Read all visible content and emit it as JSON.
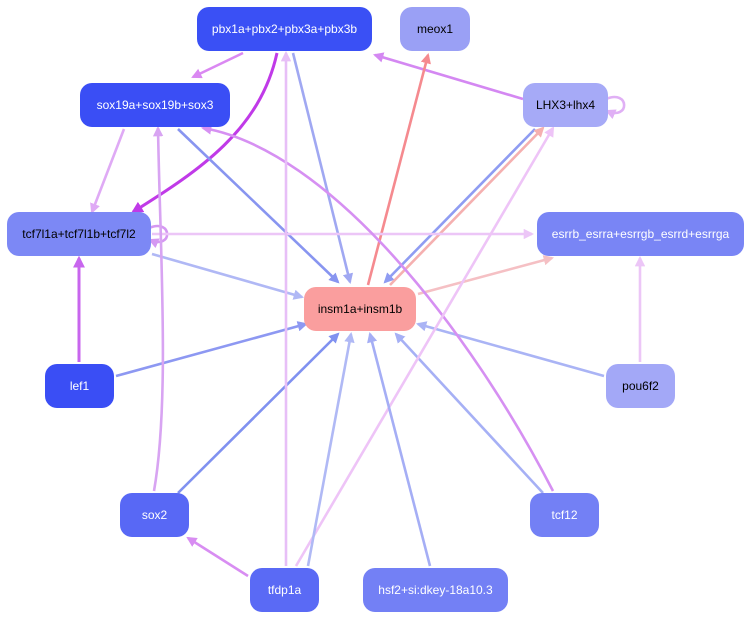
{
  "colors": {
    "background": "#ffffff"
  },
  "nodes": [
    {
      "id": "pbx",
      "label": "pbx1a+pbx2+pbx3a+pbx3b",
      "fill": "#3a50f5",
      "text": "#ffffff"
    },
    {
      "id": "meox1",
      "label": "meox1",
      "fill": "#9aa0f5",
      "text": "#000000"
    },
    {
      "id": "sox19",
      "label": "sox19a+sox19b+sox3",
      "fill": "#3a4ef5",
      "text": "#ffffff"
    },
    {
      "id": "lhx3",
      "label": "LHX3+lhx4",
      "fill": "#a6aaf7",
      "text": "#000000"
    },
    {
      "id": "tcf7",
      "label": "tcf7l1a+tcf7l1b+tcf7l2",
      "fill": "#7c88f5",
      "text": "#000000"
    },
    {
      "id": "esrr",
      "label": "esrrb_esrra+esrrgb_esrrd+esrrga",
      "fill": "#7985f5",
      "text": "#ffffff"
    },
    {
      "id": "insm1",
      "label": "insm1a+insm1b",
      "fill": "#fa9e9e",
      "text": "#000000"
    },
    {
      "id": "lef1",
      "label": "lef1",
      "fill": "#3a4ef5",
      "text": "#ffffff"
    },
    {
      "id": "pou6f2",
      "label": "pou6f2",
      "fill": "#a3a8f7",
      "text": "#000000"
    },
    {
      "id": "sox2",
      "label": "sox2",
      "fill": "#5868f5",
      "text": "#ffffff"
    },
    {
      "id": "tcf12",
      "label": "tcf12",
      "fill": "#7380f5",
      "text": "#ffffff"
    },
    {
      "id": "tfdp1a",
      "label": "tfdp1a",
      "fill": "#5a6af5",
      "text": "#ffffff"
    },
    {
      "id": "hsf2",
      "label": "hsf2+si:dkey-18a10.3",
      "fill": "#7380f5",
      "text": "#ffffff"
    }
  ],
  "edges": [
    {
      "from": "pbx",
      "to": "sox19",
      "color": "#da88f2"
    },
    {
      "from": "pbx",
      "to": "tcf7",
      "color": "#c03ae8"
    },
    {
      "from": "pbx",
      "to": "insm1",
      "color": "#a0a8f2"
    },
    {
      "from": "lhx3",
      "to": "pbx",
      "color": "#d488f2"
    },
    {
      "from": "lhx3",
      "to": "lhx3",
      "color": "#e0b0f5"
    },
    {
      "from": "lhx3",
      "to": "insm1",
      "color": "#8f9cf2"
    },
    {
      "from": "insm1",
      "to": "meox1",
      "color": "#f58a8f"
    },
    {
      "from": "insm1",
      "to": "lhx3",
      "color": "#f5b0b0"
    },
    {
      "from": "insm1",
      "to": "esrr",
      "color": "#f5c0c4"
    },
    {
      "from": "sox19",
      "to": "tcf7",
      "color": "#dfaaf5"
    },
    {
      "from": "sox19",
      "to": "insm1",
      "color": "#8895f0"
    },
    {
      "from": "tcf7",
      "to": "tcf7",
      "color": "#d598f2"
    },
    {
      "from": "tcf7",
      "to": "esrr",
      "color": "#ecc6f7"
    },
    {
      "from": "tcf7",
      "to": "insm1",
      "color": "#b0b8f5"
    },
    {
      "from": "lef1",
      "to": "tcf7",
      "color": "#c866ee"
    },
    {
      "from": "lef1",
      "to": "insm1",
      "color": "#8d98f2"
    },
    {
      "from": "pou6f2",
      "to": "esrr",
      "color": "#ecc6f7"
    },
    {
      "from": "pou6f2",
      "to": "insm1",
      "color": "#aab4f5"
    },
    {
      "from": "sox2",
      "to": "sox19",
      "color": "#d8a4f2"
    },
    {
      "from": "sox2",
      "to": "insm1",
      "color": "#8091f0"
    },
    {
      "from": "tcf12",
      "to": "sox19",
      "color": "#d690f2"
    },
    {
      "from": "tcf12",
      "to": "insm1",
      "color": "#a6b0f5"
    },
    {
      "from": "tfdp1a",
      "to": "sox2",
      "color": "#d88df2"
    },
    {
      "from": "tfdp1a",
      "to": "pbx",
      "color": "#e7bff7"
    },
    {
      "from": "tfdp1a",
      "to": "lhx3",
      "color": "#eec4f7"
    },
    {
      "from": "tfdp1a",
      "to": "insm1",
      "color": "#b0b9f5"
    },
    {
      "from": "hsf2",
      "to": "insm1",
      "color": "#a5aef5"
    }
  ]
}
